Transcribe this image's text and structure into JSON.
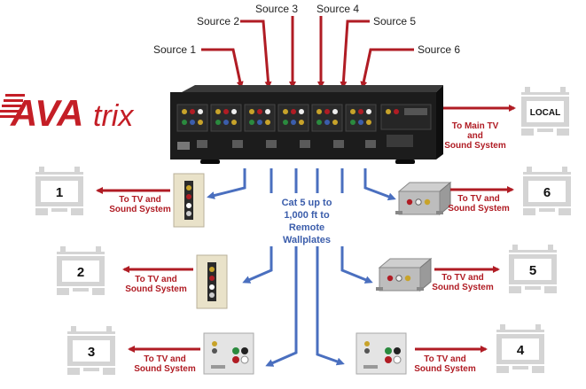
{
  "sources": [
    "Source 1",
    "Source 2",
    "Source 3",
    "Source 4",
    "Source 5",
    "Source 6"
  ],
  "logo": {
    "part1": "AVA",
    "part2": "trix"
  },
  "main": {
    "local_label": "LOCAL",
    "line1": "To Main TV",
    "line2": "and",
    "line3": "Sound System"
  },
  "cat5": [
    "Cat 5 up to",
    "1,000 ft to",
    "Remote",
    "Wallplates"
  ],
  "zones": [
    {
      "number": "1",
      "line1": "To TV and",
      "line2": "Sound System"
    },
    {
      "number": "2",
      "line1": "To TV and",
      "line2": "Sound System"
    },
    {
      "number": "3",
      "line1": "To TV and",
      "line2": "Sound System"
    },
    {
      "number": "4",
      "line1": "To TV and",
      "line2": "Sound System"
    },
    {
      "number": "5",
      "line1": "To TV and",
      "line2": "Sound System"
    },
    {
      "number": "6",
      "line1": "To TV and",
      "line2": "Sound System"
    }
  ],
  "colors": {
    "red_arrow": "#b01c24",
    "blue_cable": "#4a6fbf",
    "tv_gray": "#d4d4d4",
    "chassis": "#1c1c1c"
  }
}
